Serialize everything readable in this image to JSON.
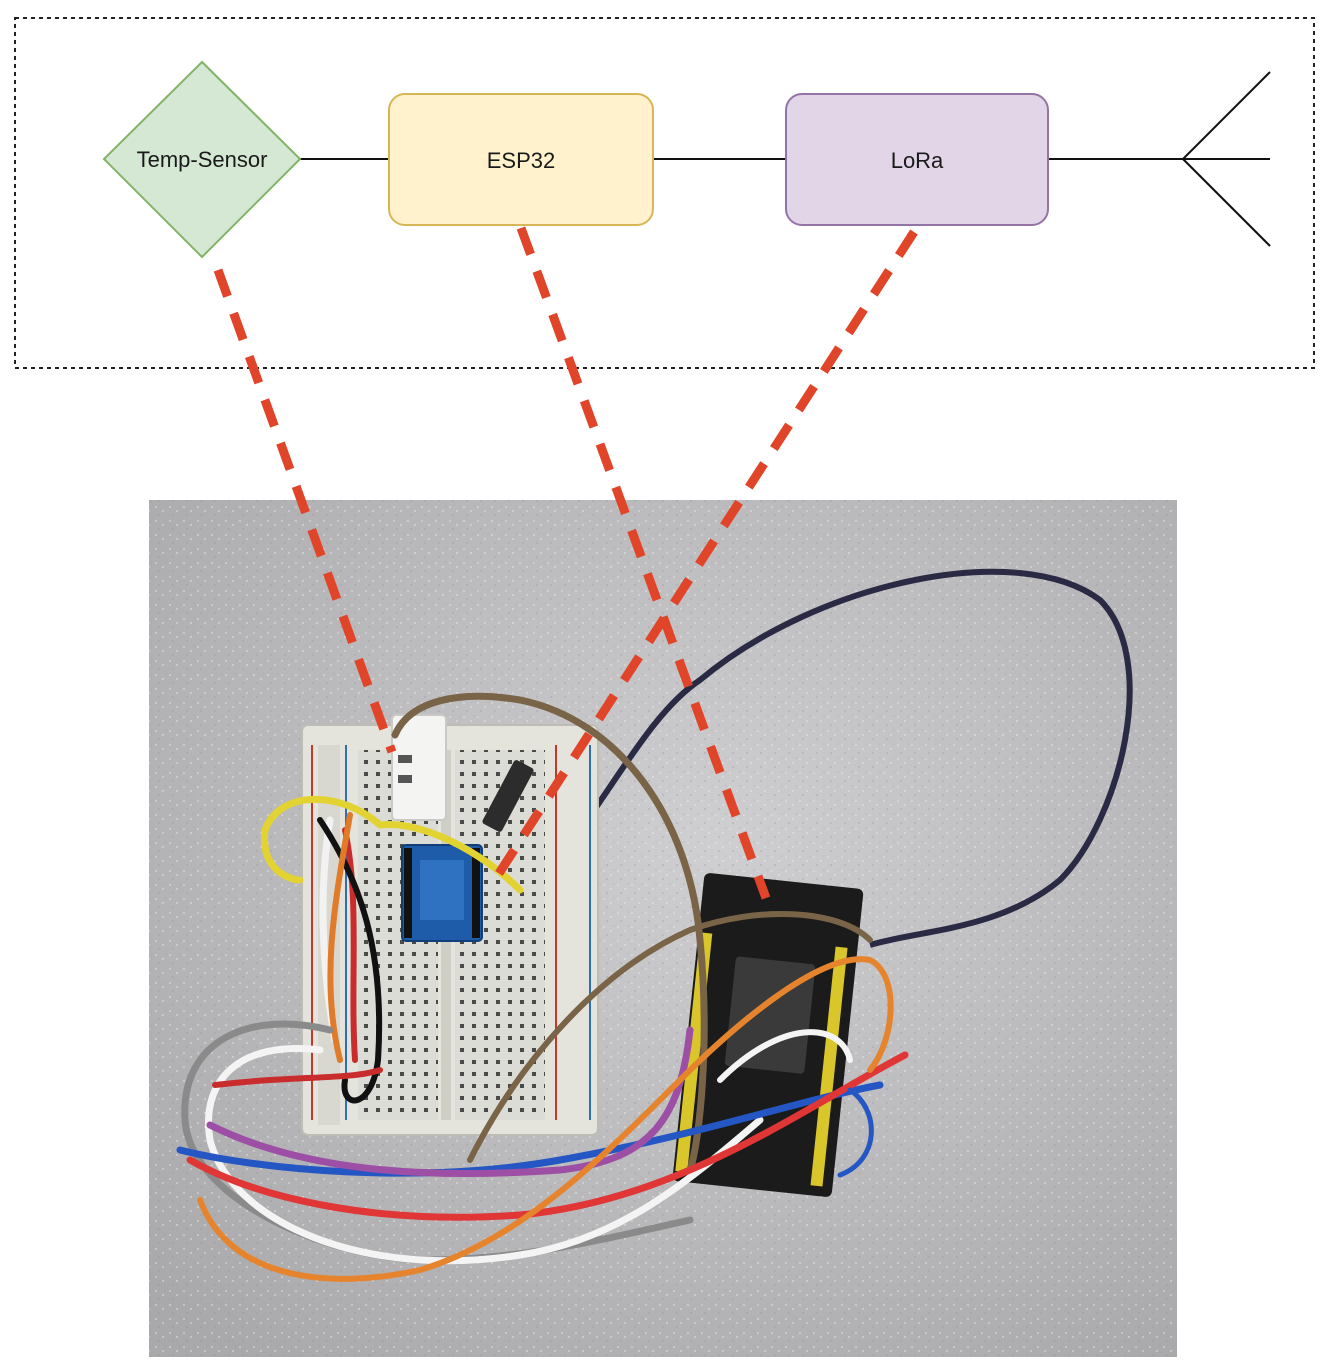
{
  "diagram": {
    "nodes": {
      "temp_sensor": {
        "label": "Temp-Sensor",
        "fill": "#d5e8d4",
        "stroke": "#82b366",
        "shape": "diamond"
      },
      "esp32": {
        "label": "ESP32",
        "fill": "#fff2cc",
        "stroke": "#d6b656",
        "shape": "rounded-rectangle"
      },
      "lora": {
        "label": "LoRa",
        "fill": "#e1d5e7",
        "stroke": "#9673a6",
        "shape": "rounded-rectangle"
      }
    },
    "antenna_icon": "antenna-icon",
    "frame_style": "dotted",
    "connector_color": "#e0452a"
  },
  "photo": {
    "subject": "breadboard-prototype",
    "background": "#b9b9bb"
  }
}
